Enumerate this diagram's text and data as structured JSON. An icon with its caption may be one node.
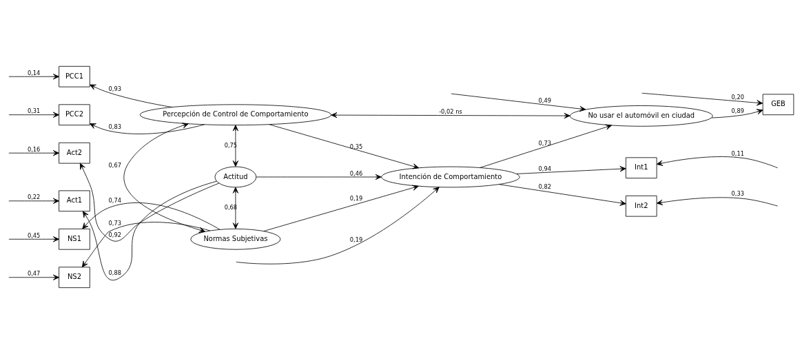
{
  "diagram": {
    "nodes": [
      {
        "text": [
          "Act1"
        ]
      },
      {
        "text": [
          "Act2"
        ]
      },
      {
        "text": [
          "NS1"
        ]
      },
      {
        "text": [
          "NS2"
        ]
      },
      {
        "text": [
          "PCC1"
        ]
      },
      {
        "text": [
          "PCC2"
        ]
      },
      {
        "text": [
          "Actitud"
        ]
      },
      {
        "text": [
          "Normas Subjetivas"
        ]
      },
      {
        "text": [
          "Percepción de Control de Comportamiento"
        ]
      },
      {
        "text": [
          "Intención de Comportamiento"
        ]
      },
      {
        "text": [
          "Int1"
        ]
      },
      {
        "text": [
          "Int2"
        ]
      },
      {
        "text": [
          "No usar el automóvil en ciudad"
        ]
      },
      {
        "text": [
          "GEB"
        ]
      }
    ],
    "edges": [
      {
        "from": null,
        "to": 0,
        "arrow": "to",
        "label": "0,22"
      },
      {
        "from": null,
        "to": 1,
        "arrow": "to",
        "label": "0,16"
      },
      {
        "from": null,
        "to": 2,
        "arrow": "to",
        "label": "0,45"
      },
      {
        "from": null,
        "to": 3,
        "arrow": "to",
        "label": "0,47"
      },
      {
        "from": null,
        "to": 4,
        "arrow": "to",
        "label": "0,14"
      },
      {
        "from": null,
        "to": 5,
        "arrow": "to",
        "label": "0,31"
      },
      {
        "from": 6,
        "to": 0,
        "arrow": "to",
        "label": "0,88"
      },
      {
        "from": 6,
        "to": 1,
        "arrow": "to",
        "label": "0,92"
      },
      {
        "from": 7,
        "to": 2,
        "arrow": "to",
        "label": "0,74"
      },
      {
        "from": 7,
        "to": 3,
        "arrow": "to",
        "label": "0,73"
      },
      {
        "from": 8,
        "to": 4,
        "arrow": "to",
        "label": "0,93"
      },
      {
        "from": 8,
        "to": 5,
        "arrow": "to",
        "label": "0,83"
      },
      {
        "from": 6,
        "to": 7,
        "arrow": "both",
        "label": "0,68"
      },
      {
        "from": 7,
        "to": 8,
        "arrow": "both",
        "label": "0,67"
      },
      {
        "from": 6,
        "to": 8,
        "arrow": "both",
        "label": "0,75"
      },
      {
        "from": 6,
        "to": 9,
        "arrow": "to",
        "label": "0,46"
      },
      {
        "from": 7,
        "to": 9,
        "arrow": "to",
        "label": "0,19"
      },
      {
        "from": 8,
        "to": 9,
        "arrow": "to",
        "label": "0,35"
      },
      {
        "from": null,
        "to": 9,
        "arrow": "to",
        "label": "0,19"
      },
      {
        "from": 9,
        "to": 10,
        "arrow": "to",
        "label": "0,94"
      },
      {
        "from": 9,
        "to": 11,
        "arrow": "to",
        "label": "0,82"
      },
      {
        "from": null,
        "to": 10,
        "arrow": "to",
        "label": "0,11"
      },
      {
        "from": null,
        "to": 11,
        "arrow": "to",
        "label": "0,33"
      },
      {
        "from": 9,
        "to": 12,
        "arrow": "to",
        "label": "0,73"
      },
      {
        "from": 8,
        "to": 12,
        "arrow": "both",
        "label": "-0,02 ns"
      },
      {
        "from": null,
        "to": 12,
        "arrow": "to",
        "label": "0,49"
      },
      {
        "from": 12,
        "to": 13,
        "arrow": "to",
        "label": "0,89"
      },
      {
        "from": null,
        "to": 13,
        "arrow": "to",
        "label": "0,20"
      }
    ]
  }
}
